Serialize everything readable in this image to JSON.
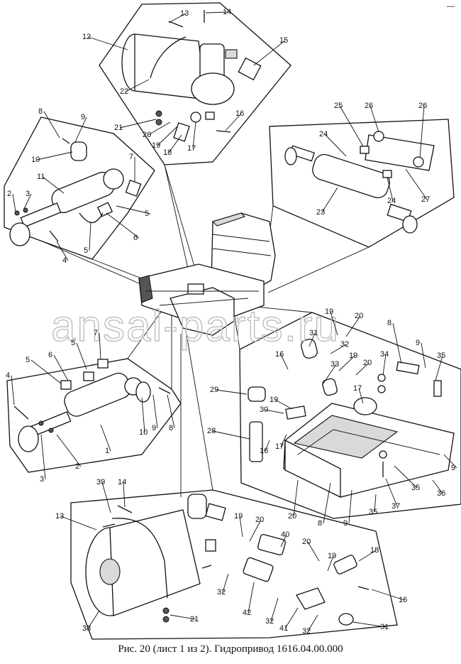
{
  "caption": "Рис. 20 (лист 1 из 2). Гидропривод 1616.04.00.000",
  "watermark": "ansal-parts.ru",
  "corner_mark": "—",
  "callouts": [
    {
      "id": "c13a",
      "label": "13"
    },
    {
      "id": "c14a",
      "label": "14"
    },
    {
      "id": "c12",
      "label": "12"
    },
    {
      "id": "c15",
      "label": "15"
    },
    {
      "id": "c22",
      "label": "22"
    },
    {
      "id": "c16a",
      "label": "16"
    },
    {
      "id": "c21a",
      "label": "21"
    },
    {
      "id": "c20a",
      "label": "20"
    },
    {
      "id": "c19a",
      "label": "19"
    },
    {
      "id": "c17a",
      "label": "17"
    },
    {
      "id": "c18a",
      "label": "18"
    },
    {
      "id": "c8a",
      "label": "8"
    },
    {
      "id": "c9a",
      "label": "9"
    },
    {
      "id": "c10a",
      "label": "10"
    },
    {
      "id": "c11",
      "label": "11"
    },
    {
      "id": "c7a",
      "label": "7"
    },
    {
      "id": "c2a",
      "label": "2"
    },
    {
      "id": "c3a",
      "label": "3"
    },
    {
      "id": "c5a",
      "label": "5"
    },
    {
      "id": "c5b",
      "label": "5"
    },
    {
      "id": "c6a",
      "label": "6"
    },
    {
      "id": "c4a",
      "label": "4"
    },
    {
      "id": "c25",
      "label": "25"
    },
    {
      "id": "c26a",
      "label": "26"
    },
    {
      "id": "c26b",
      "label": "26"
    },
    {
      "id": "c24a",
      "label": "24"
    },
    {
      "id": "c24b",
      "label": "24"
    },
    {
      "id": "c27",
      "label": "27"
    },
    {
      "id": "c23",
      "label": "23"
    },
    {
      "id": "c19b",
      "label": "19"
    },
    {
      "id": "c20b",
      "label": "20"
    },
    {
      "id": "c31a",
      "label": "31"
    },
    {
      "id": "c32a",
      "label": "32"
    },
    {
      "id": "c8b",
      "label": "8"
    },
    {
      "id": "c16b",
      "label": "16"
    },
    {
      "id": "c19c",
      "label": "19"
    },
    {
      "id": "c33",
      "label": "33"
    },
    {
      "id": "c20c",
      "label": "20"
    },
    {
      "id": "c34",
      "label": "34"
    },
    {
      "id": "c9b",
      "label": "9"
    },
    {
      "id": "c35a",
      "label": "35"
    },
    {
      "id": "c29",
      "label": "29"
    },
    {
      "id": "c17b",
      "label": "17"
    },
    {
      "id": "c19d",
      "label": "19"
    },
    {
      "id": "c30",
      "label": "30"
    },
    {
      "id": "c28",
      "label": "28"
    },
    {
      "id": "c16c",
      "label": "16"
    },
    {
      "id": "c17c",
      "label": "17"
    },
    {
      "id": "c9c",
      "label": "9"
    },
    {
      "id": "c35b",
      "label": "35"
    },
    {
      "id": "c36",
      "label": "36"
    },
    {
      "id": "c37",
      "label": "37"
    },
    {
      "id": "c20d",
      "label": "20"
    },
    {
      "id": "c8c",
      "label": "8"
    },
    {
      "id": "c9d",
      "label": "9"
    },
    {
      "id": "c35c",
      "label": "35"
    },
    {
      "id": "c7b",
      "label": "7"
    },
    {
      "id": "c5c",
      "label": "5"
    },
    {
      "id": "c6b",
      "label": "6"
    },
    {
      "id": "c5d",
      "label": "5"
    },
    {
      "id": "c4b",
      "label": "4"
    },
    {
      "id": "c10b",
      "label": "10"
    },
    {
      "id": "c9e",
      "label": "9"
    },
    {
      "id": "c8d",
      "label": "8"
    },
    {
      "id": "c1",
      "label": "1"
    },
    {
      "id": "c3b",
      "label": "3"
    },
    {
      "id": "c2b",
      "label": "2"
    },
    {
      "id": "c39",
      "label": "39"
    },
    {
      "id": "c14b",
      "label": "14"
    },
    {
      "id": "c13b",
      "label": "13"
    },
    {
      "id": "c19e",
      "label": "19"
    },
    {
      "id": "c20e",
      "label": "20"
    },
    {
      "id": "c40",
      "label": "40"
    },
    {
      "id": "c20f",
      "label": "20"
    },
    {
      "id": "c19f",
      "label": "19"
    },
    {
      "id": "c18b",
      "label": "18"
    },
    {
      "id": "c16d",
      "label": "16"
    },
    {
      "id": "c32b",
      "label": "32"
    },
    {
      "id": "c42",
      "label": "42"
    },
    {
      "id": "c38",
      "label": "38"
    },
    {
      "id": "c21b",
      "label": "21"
    },
    {
      "id": "c32c",
      "label": "32"
    },
    {
      "id": "c41",
      "label": "41"
    },
    {
      "id": "c32d",
      "label": "32"
    },
    {
      "id": "c31b",
      "label": "31"
    }
  ]
}
